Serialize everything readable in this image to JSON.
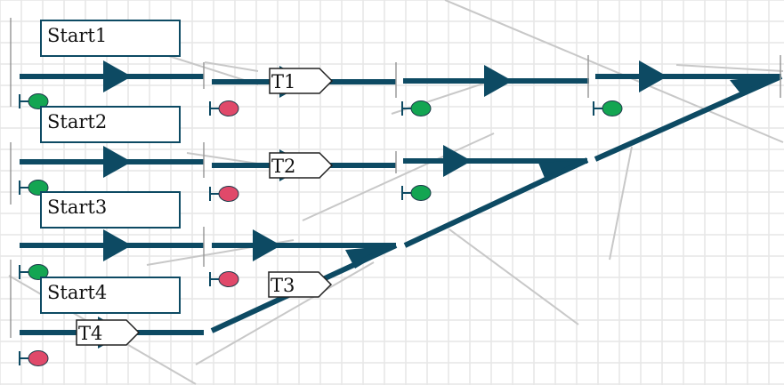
{
  "starts": [
    {
      "label": "Start1"
    },
    {
      "label": "Start2"
    },
    {
      "label": "Start3"
    },
    {
      "label": "Start4"
    }
  ],
  "tracks": [
    {
      "label": "T1"
    },
    {
      "label": "T2"
    },
    {
      "label": "T3"
    },
    {
      "label": "T4"
    }
  ],
  "signals": [
    {
      "color": "#13a552",
      "state": "green"
    },
    {
      "color": "#e0496a",
      "state": "red"
    },
    {
      "color": "#13a552",
      "state": "green"
    },
    {
      "color": "#13a552",
      "state": "green"
    },
    {
      "color": "#13a552",
      "state": "green"
    },
    {
      "color": "#e0496a",
      "state": "red"
    },
    {
      "color": "#13a552",
      "state": "green"
    },
    {
      "color": "#13a552",
      "state": "green"
    },
    {
      "color": "#e0496a",
      "state": "red"
    },
    {
      "color": "#e0496a",
      "state": "red"
    }
  ],
  "colors": {
    "track": "#0d4a63",
    "grid": "#e6e6e6",
    "guide": "#c8c8c8"
  }
}
